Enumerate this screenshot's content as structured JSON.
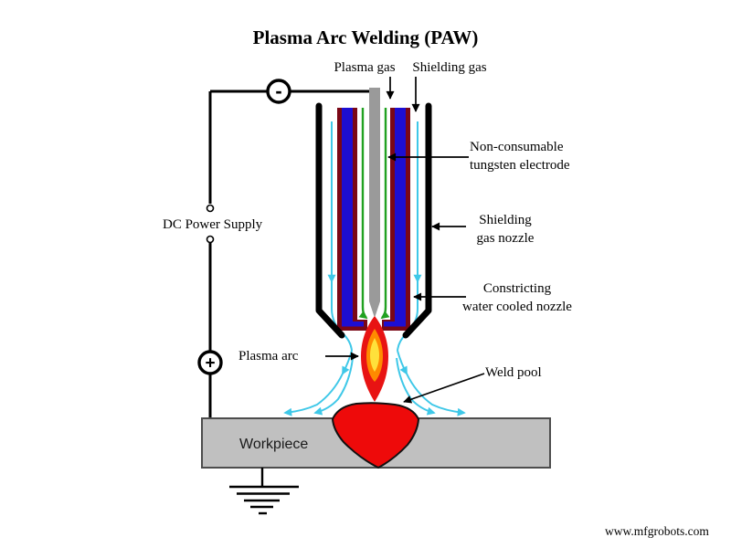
{
  "title": "Plasma Arc Welding (PAW)",
  "labels": {
    "plasma_gas": "Plasma gas",
    "shielding_gas": "Shielding gas",
    "electrode": "Non-consumable\ntungsten electrode",
    "shielding_nozzle": "Shielding\ngas nozzle",
    "constricting_nozzle": "Constricting\nwater cooled nozzle",
    "dc_power_supply": "DC Power Supply",
    "plasma_arc": "Plasma arc",
    "weld_pool": "Weld pool",
    "workpiece": "Workpiece",
    "negative_terminal": "-",
    "positive_terminal": "+"
  },
  "watermark": "www.mfgrobots.com",
  "colors": {
    "line_black": "#000000",
    "nozzle_maroon": "#7A0716",
    "nozzle_blue": "#1D0ED2",
    "electrode_gray": "#9A9A9A",
    "plasma_gas_green": "#21A121",
    "shield_flow_blue": "#3FC8E8",
    "flame_red": "#E81313",
    "flame_orange": "#FF8A00",
    "flame_yellow": "#FFE13B",
    "weld_pool_red": "#EE0A0A",
    "workpiece_gray": "#C0C0C0"
  }
}
